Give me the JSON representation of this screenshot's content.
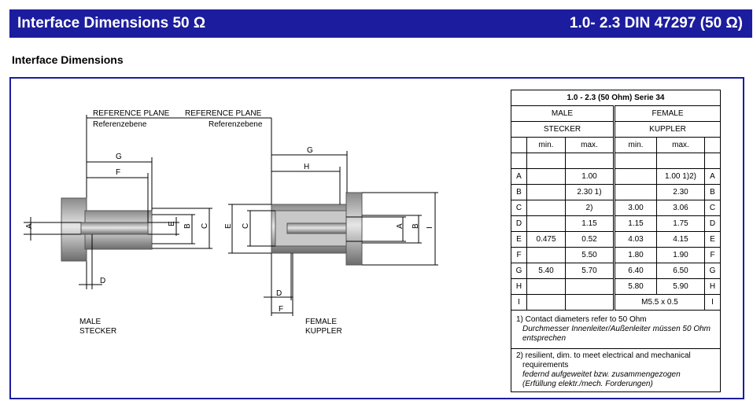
{
  "header": {
    "title": "Interface Dimensions 50 Ω",
    "connector": "1.0- 2.3 DIN 47297 (50 Ω)"
  },
  "section_title": "Interface Dimensions",
  "drawing": {
    "ref_plane_1": "REFERENCE PLANE",
    "ref_plane_1_de": "Referenzebene",
    "ref_plane_2": "REFERENCE PLANE",
    "ref_plane_2_de": "Referenzebene",
    "male": {
      "label": "MALE",
      "label_de": "STECKER",
      "dims": {
        "G": "G",
        "F": "F",
        "A": "A",
        "E": "E",
        "B": "B",
        "C": "C",
        "D": "D"
      }
    },
    "female": {
      "label": "FEMALE",
      "label_de": "KUPPLER",
      "dims": {
        "G": "G",
        "H": "H",
        "E": "E",
        "C": "C",
        "A": "A",
        "B": "B",
        "I": "I",
        "D": "D",
        "F": "F"
      }
    }
  },
  "table": {
    "title": "1.0 - 2.3 (50 Ohm) Serie 34",
    "male": "MALE",
    "male_de": "STECKER",
    "female": "FEMALE",
    "female_de": "KUPPLER",
    "min": "min.",
    "max": "max.",
    "rows": [
      {
        "k": "A",
        "mmin": "",
        "mmax": "1.00",
        "fmin": "",
        "fmax": "1.00 1)2)"
      },
      {
        "k": "B",
        "mmin": "",
        "mmax": "2.30 1)",
        "fmin": "",
        "fmax": "2.30"
      },
      {
        "k": "C",
        "mmin": "",
        "mmax": "2)",
        "fmin": "3.00",
        "fmax": "3.06"
      },
      {
        "k": "D",
        "mmin": "",
        "mmax": "1.15",
        "fmin": "1.15",
        "fmax": "1.75"
      },
      {
        "k": "E",
        "mmin": "0.475",
        "mmax": "0.52",
        "fmin": "4.03",
        "fmax": "4.15"
      },
      {
        "k": "F",
        "mmin": "",
        "mmax": "5.50",
        "fmin": "1.80",
        "fmax": "1.90"
      },
      {
        "k": "G",
        "mmin": "5.40",
        "mmax": "5.70",
        "fmin": "6.40",
        "fmax": "6.50"
      },
      {
        "k": "H",
        "mmin": "",
        "mmax": "",
        "fmin": "5.80",
        "fmax": "5.90"
      }
    ],
    "row_i": {
      "k": "I",
      "female": "M5.5 x 0.5"
    },
    "note1": {
      "en": "1) Contact diameters refer to 50 Ohm",
      "de": "Durchmesser Innenleiter/Außenleiter müssen 50 Ohm entsprechen"
    },
    "note2": {
      "en": "2) resilient, dim. to meet electrical and mechanical",
      "en2": "requirements",
      "de": "federnd  aufgeweitet bzw. zusammengezogen",
      "de2": "(Erfüllung elektr./mech. Forderungen)"
    }
  },
  "colors": {
    "brand": "#1c1c9e"
  }
}
